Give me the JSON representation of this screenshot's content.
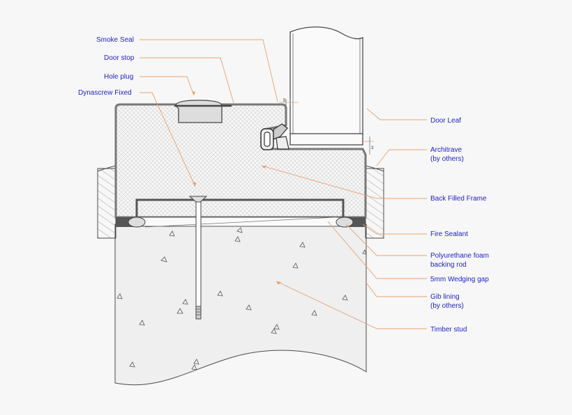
{
  "colors": {
    "label_text": "#2222cc",
    "leader": "#e8a070",
    "outline": "#4a4a4a",
    "background": "#f7f7f7"
  },
  "labels": {
    "smoke_seal": "Smoke Seal",
    "door_stop": "Door stop",
    "hole_plug": "Hole plug",
    "dynascrew": "Dynascrew Fixed",
    "door_leaf": "Door Leaf",
    "architrave_1": "Architrave",
    "architrave_2": "(by others)",
    "back_filled": "Back Filled Frame",
    "fire_sealant": "Fire Sealant",
    "polyurethane_1": "Polyurethane foam",
    "polyurethane_2": "backing rod",
    "wedging_gap": "5mm Wedging gap",
    "gib_1": "Gib lining",
    "gib_2": "(by others)",
    "timber_stud": "Timber stud"
  },
  "dimensions": {
    "gap_top": "5",
    "gap_side": "3"
  }
}
